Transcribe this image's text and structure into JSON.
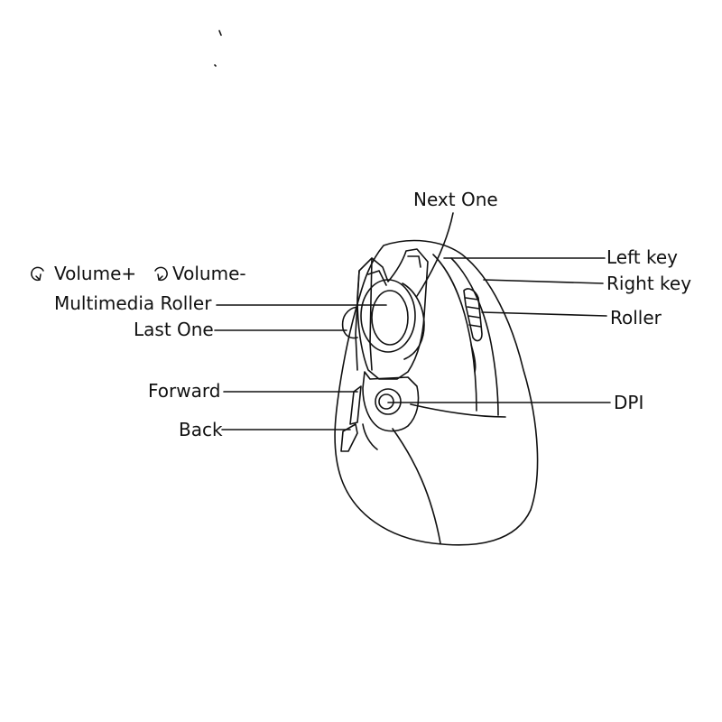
{
  "labels": {
    "next_one": "Next One",
    "left_key": "Left key",
    "right_key": "Right key",
    "roller": "Roller",
    "volume_up": "Volume+",
    "volume_down": "Volume-",
    "multimedia_roller": "Multimedia Roller",
    "last_one": "Last One",
    "forward": "Forward",
    "back": "Back",
    "dpi": "DPI"
  },
  "icons": {
    "volume_up": "rotate-counterclockwise-arrow-icon",
    "volume_down": "rotate-clockwise-arrow-icon"
  },
  "colors": {
    "line": "#111111",
    "background": "#ffffff"
  }
}
